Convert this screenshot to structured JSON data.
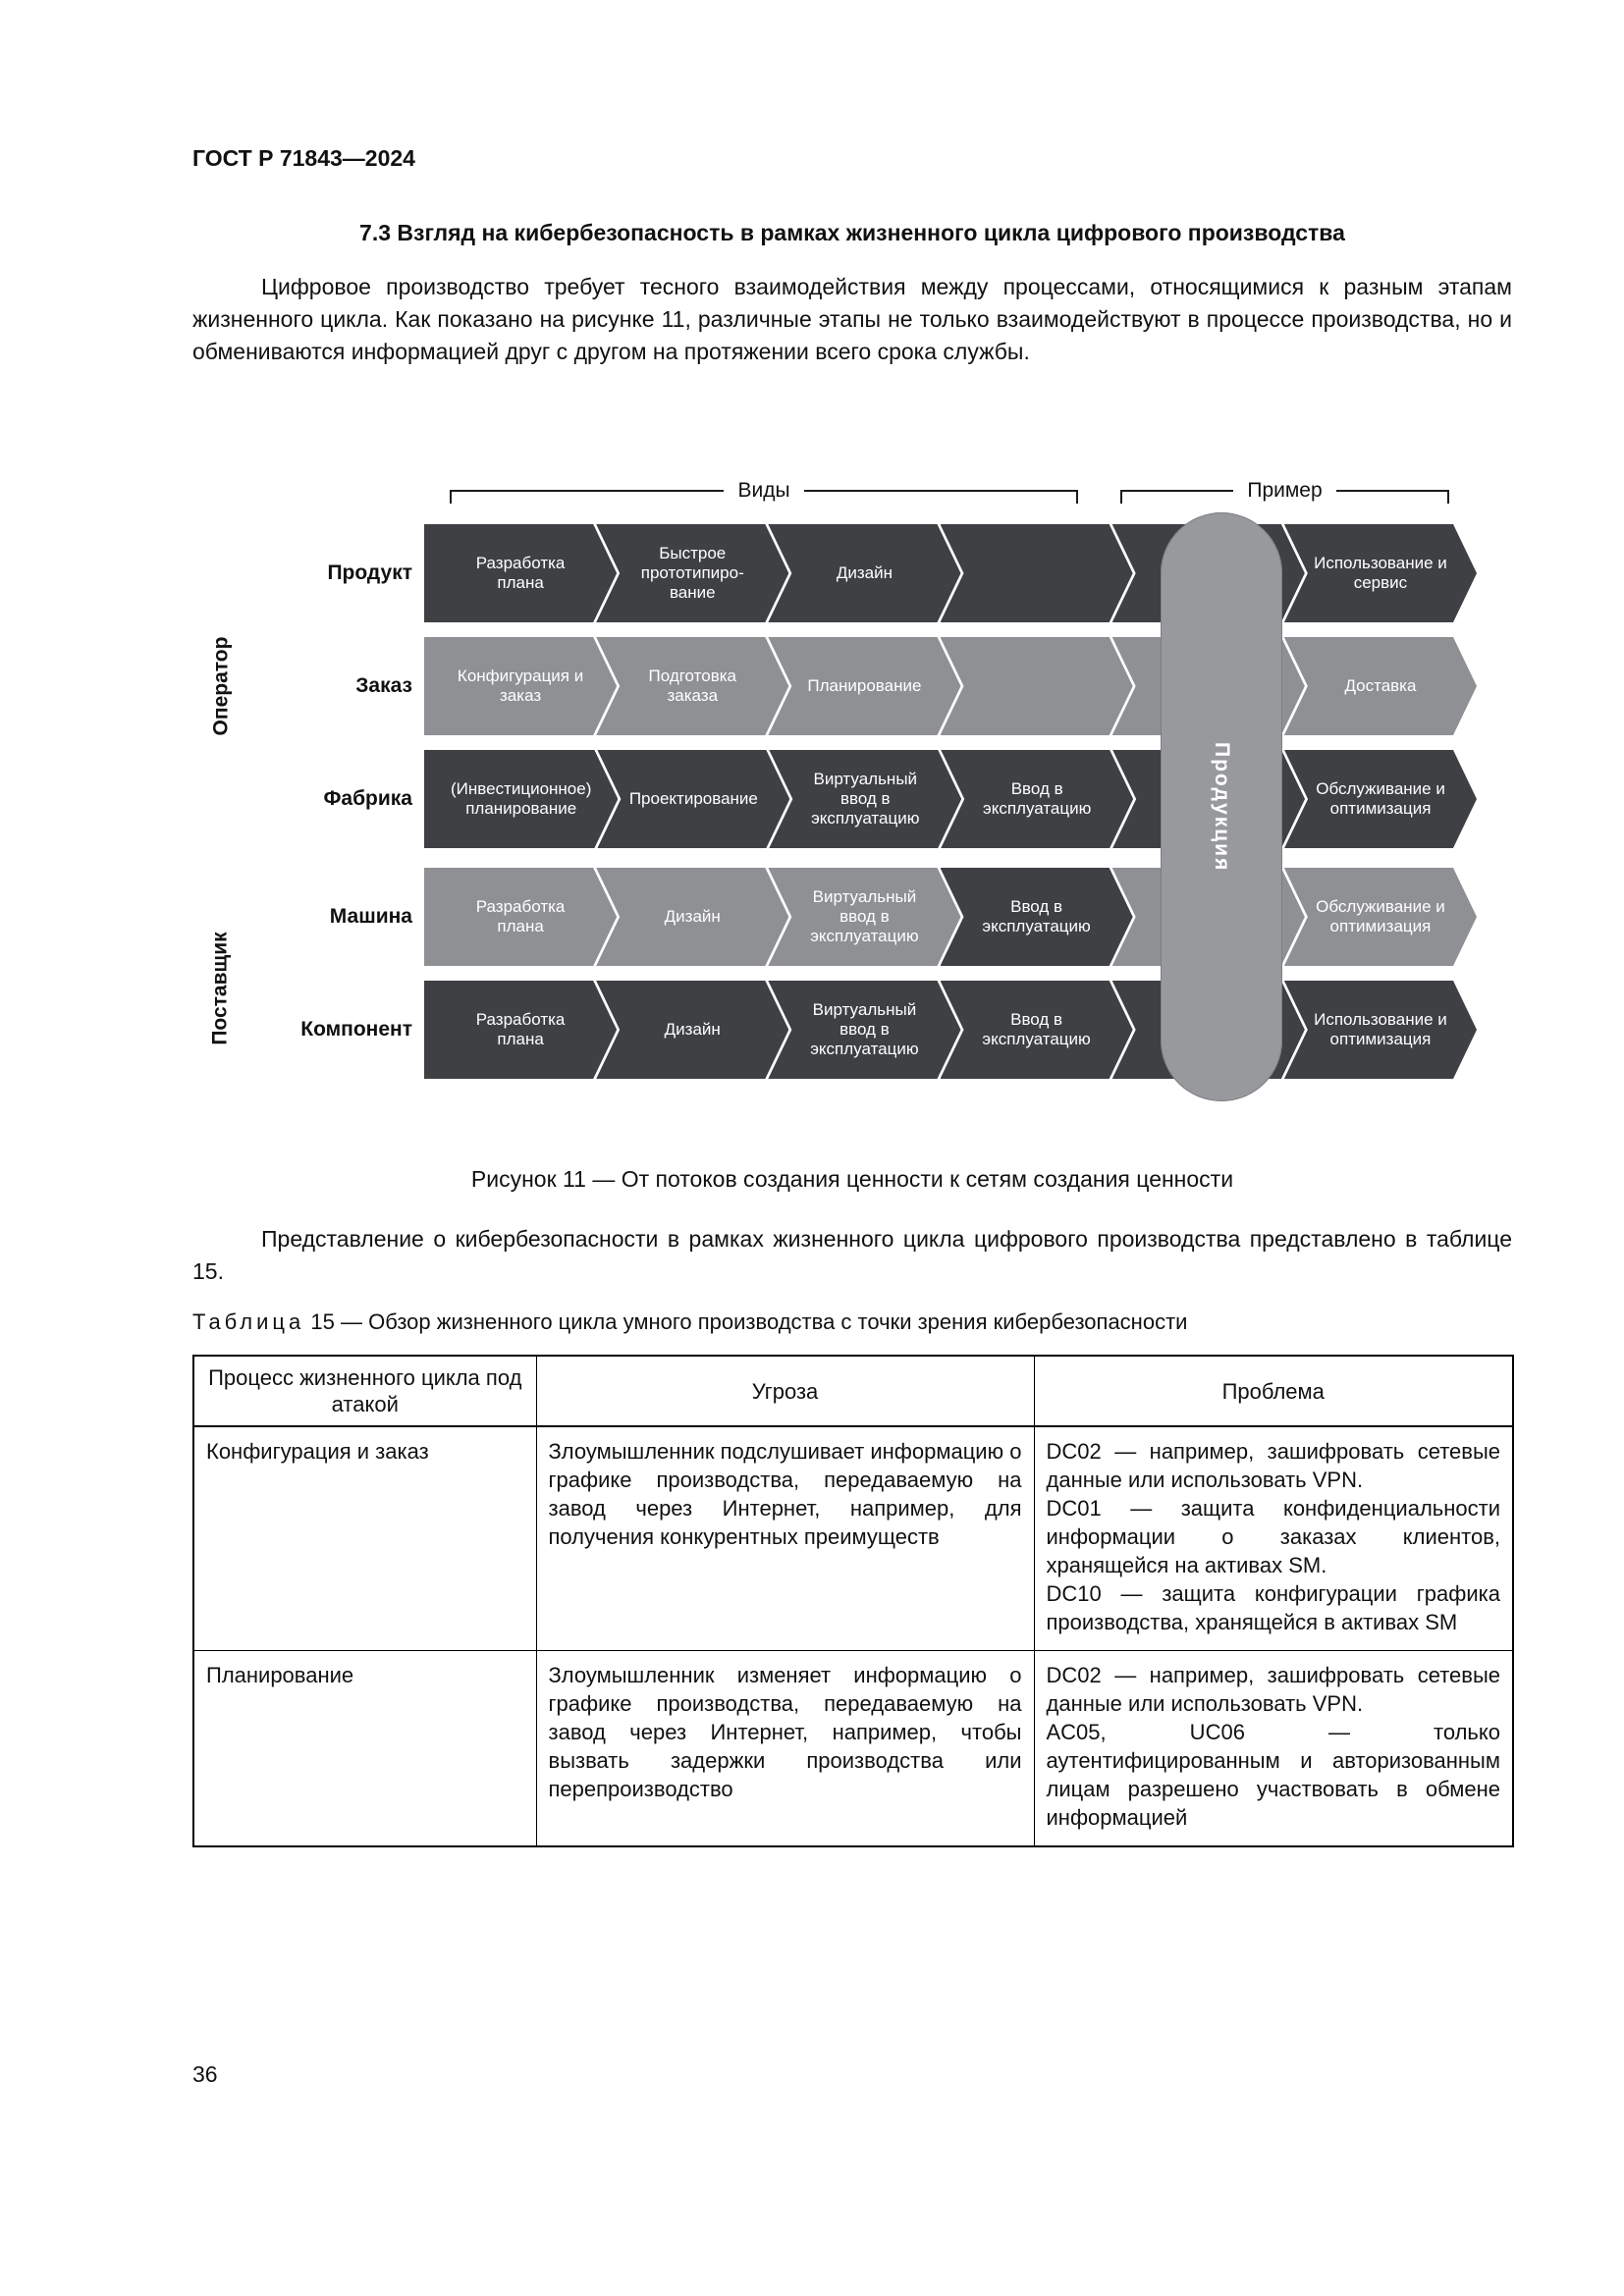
{
  "page": {
    "header": "ГОСТ Р 71843—2024",
    "page_number": "36"
  },
  "section": {
    "heading": "7.3 Взгляд на кибербезопасность в рамках жизненного цикла цифрового производства",
    "paragraph1": "Цифровое производство требует тесного взаимодействия между процессами, относящимися к разным этапам жизненного цикла. Как показано на рисунке 11, различные этапы не только взаимодействуют в процессе производства, но и обмениваются информацией друг с другом на протяжении всего срока службы.",
    "paragraph2": "Представление о кибербезопасности в рамках жизненного цикла цифрового производства представлено в таблице 15."
  },
  "figure": {
    "caption": "Рисунок 11 — От потоков создания ценности к сетям создания ценности",
    "bracket_types": "Виды",
    "bracket_example": "Пример",
    "side_operator": "Оператор",
    "side_supplier": "Поставщик",
    "capsule": "Продукция",
    "colors": {
      "dark": "#3e4043",
      "medium": "#8e9093",
      "capsule": "#97999c"
    },
    "rows": [
      {
        "label": "Продукт",
        "cells": [
          "Разработка плана",
          "Быстрое прототипиро-вание",
          "Дизайн",
          "",
          "",
          "Использование и сервис"
        ]
      },
      {
        "label": "Заказ",
        "cells": [
          "Конфигурация и заказ",
          "Подготовка заказа",
          "Планирование",
          "",
          "",
          "Доставка"
        ]
      },
      {
        "label": "Фабрика",
        "cells": [
          "(Инвестиционное) планирование",
          "Проектирование",
          "Виртуальный ввод в эксплуатацию",
          "Ввод в эксплуатацию",
          "",
          "Обслуживание и оптимизация"
        ]
      },
      {
        "label": "Машина",
        "cells": [
          "Разработка плана",
          "Дизайн",
          "Виртуальный ввод в эксплуатацию",
          "Ввод в эксплуатацию",
          "",
          "Обслуживание и оптимизация"
        ]
      },
      {
        "label": "Компонент",
        "cells": [
          "Разработка плана",
          "Дизайн",
          "Виртуальный ввод в эксплуатацию",
          "Ввод в эксплуатацию",
          "",
          "Использование и оптимизация"
        ]
      }
    ]
  },
  "table": {
    "caption_word": "Таблица",
    "caption_number": "15",
    "caption_text": "— Обзор жизненного цикла умного производства с точки зрения кибербезопасности",
    "headers": [
      "Процесс жизненного цикла под атакой",
      "Угроза",
      "Проблема"
    ],
    "rows": [
      {
        "process": "Конфигурация и заказ",
        "threat": "Злоумышленник подслушивает информацию о графике производства, передаваемую на завод через Интернет, например, для получения конкурентных преимуществ",
        "problem": "DC02 — например, зашифровать сетевые данные или использовать VPN.\nDC01 — защита конфиденциальности информации о заказах клиентов, хранящейся на активах SM.\nDC10 — защита конфигурации графика производства, хранящейся в активах SM"
      },
      {
        "process": "Планирование",
        "threat": "Злоумышленник изменяет информацию о графике производства, передаваемую на завод через Интернет, например, чтобы вызвать задержки производства или перепроизводство",
        "problem": "DC02 — например, зашифровать сетевые данные или использовать VPN.\nAC05, UC06 — только аутентифицированным и авторизованным лицам разрешено участвовать в обмене информацией"
      }
    ]
  }
}
